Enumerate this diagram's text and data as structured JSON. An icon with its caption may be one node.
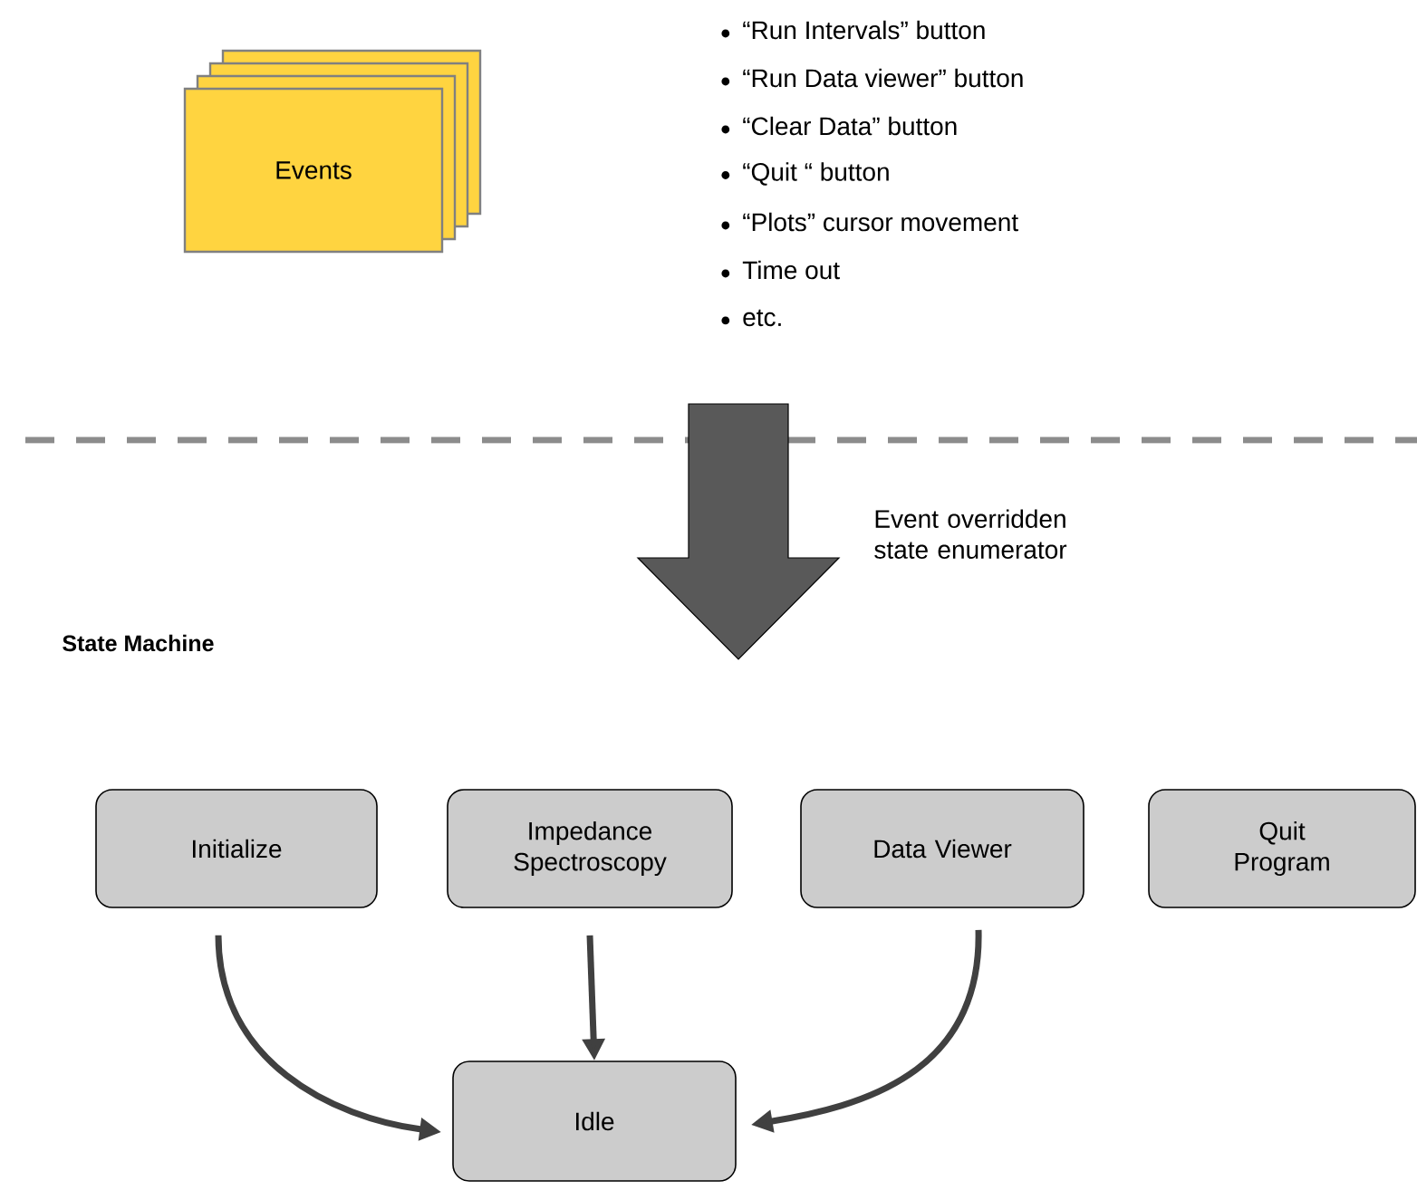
{
  "diagram": {
    "nodes": [
      {
        "text": [
          "Events"
        ]
      },
      {
        "text": [
          "Initialize"
        ]
      },
      {
        "text": [
          "Impedance Spectroscopy"
        ]
      },
      {
        "text": [
          "Data Viewer"
        ]
      },
      {
        "text": [
          "Quit Program"
        ]
      },
      {
        "text": [
          "Idle"
        ]
      }
    ],
    "edges": [
      {
        "from": 1,
        "to": 5,
        "arrow": "to"
      },
      {
        "from": 2,
        "to": 5,
        "arrow": "to"
      },
      {
        "from": 3,
        "to": 5,
        "arrow": "to"
      }
    ],
    "labels": [
      "“Run Intervals” button",
      "“Run Data viewer” button",
      "“Clear Data” button",
      "“Quit “ button",
      "“Plots” cursor movement",
      "Time out",
      "etc.",
      "Event overridden state enumerator",
      "State Machine"
    ]
  }
}
